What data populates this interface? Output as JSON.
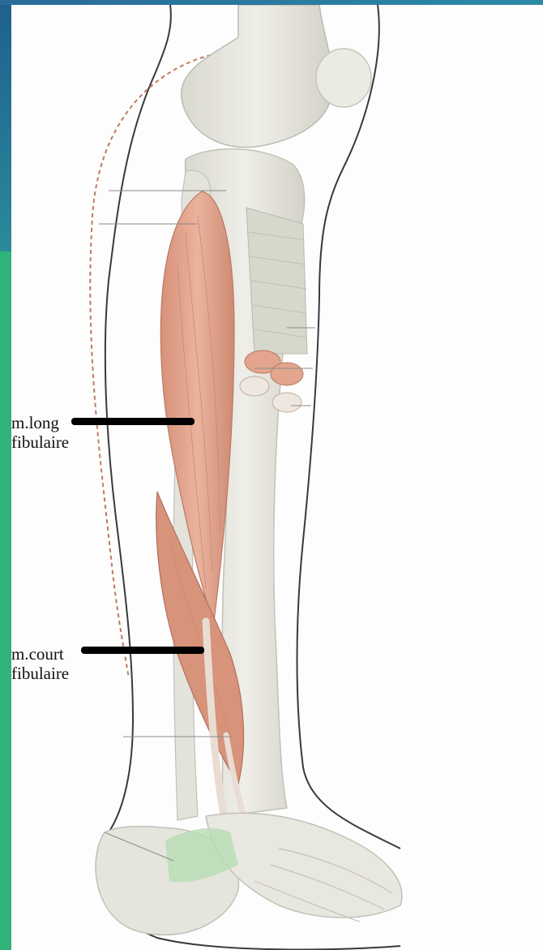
{
  "labels": {
    "long": {
      "line1": "m.long",
      "line2": "fibulaire"
    },
    "court": {
      "line1": "m.court",
      "line2": "fibulaire"
    }
  },
  "colors": {
    "muscle": "#e2a48c",
    "muscle_dark": "#c9806a",
    "bone": "#e8e7df",
    "bone_shadow": "#cfcec4",
    "skin_outline": "#3a3a3a",
    "retinaculum": "#b7dcb4",
    "slide_blue": "#1f5f8f",
    "slide_green": "#2fb37a"
  }
}
